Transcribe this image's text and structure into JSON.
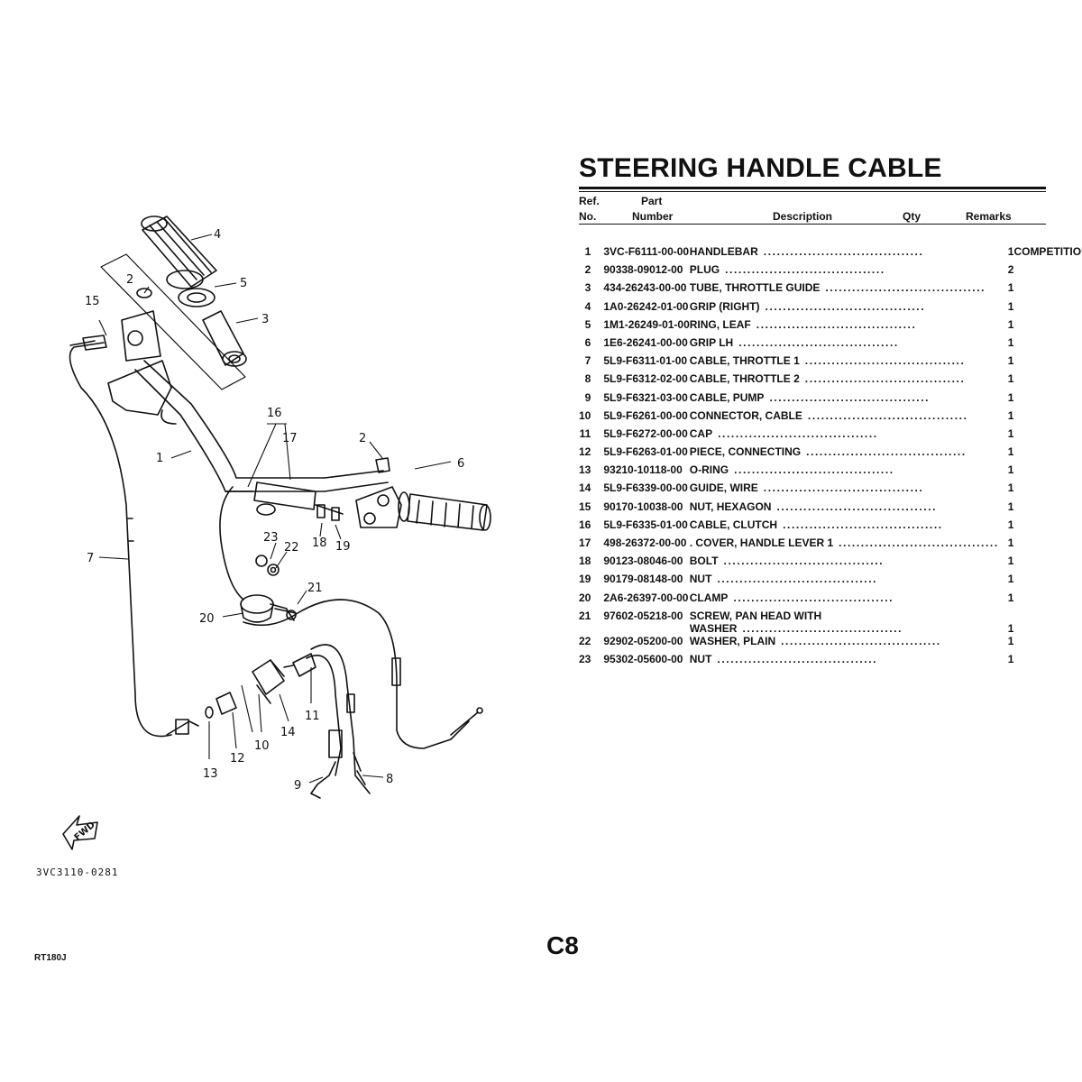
{
  "title": "STEERING HANDLE CABLE",
  "headers": {
    "ref_line1": "Ref.",
    "ref_line2": "No.",
    "part_line1": "Part",
    "part_line2": "Number",
    "description": "Description",
    "qty": "Qty",
    "remarks": "Remarks"
  },
  "parts": [
    {
      "no": "1",
      "part": "3VC-F6111-00-00",
      "desc": "HANDLEBAR",
      "qty": "1",
      "remarks": "COMPETITION SILVER"
    },
    {
      "no": "2",
      "part": "90338-09012-00",
      "desc": "PLUG",
      "qty": "2",
      "remarks": ""
    },
    {
      "no": "3",
      "part": "434-26243-00-00",
      "desc": "TUBE, THROTTLE GUIDE",
      "qty": "1",
      "remarks": ""
    },
    {
      "no": "4",
      "part": "1A0-26242-01-00",
      "desc": "GRIP (RIGHT)",
      "qty": "1",
      "remarks": ""
    },
    {
      "no": "5",
      "part": "1M1-26249-01-00",
      "desc": "RING, LEAF",
      "qty": "1",
      "remarks": ""
    },
    {
      "no": "6",
      "part": "1E6-26241-00-00",
      "desc": "GRIP LH",
      "qty": "1",
      "remarks": ""
    },
    {
      "no": "7",
      "part": "5L9-F6311-01-00",
      "desc": "CABLE, THROTTLE 1",
      "qty": "1",
      "remarks": ""
    },
    {
      "no": "8",
      "part": "5L9-F6312-02-00",
      "desc": "CABLE, THROTTLE 2",
      "qty": "1",
      "remarks": ""
    },
    {
      "no": "9",
      "part": "5L9-F6321-03-00",
      "desc": "CABLE, PUMP",
      "qty": "1",
      "remarks": ""
    },
    {
      "no": "10",
      "part": "5L9-F6261-00-00",
      "desc": "CONNECTOR, CABLE",
      "qty": "1",
      "remarks": ""
    },
    {
      "no": "11",
      "part": "5L9-F6272-00-00",
      "desc": "CAP",
      "qty": "1",
      "remarks": ""
    },
    {
      "no": "12",
      "part": "5L9-F6263-01-00",
      "desc": "PIECE, CONNECTING",
      "qty": "1",
      "remarks": ""
    },
    {
      "no": "13",
      "part": "93210-10118-00",
      "desc": "O-RING",
      "qty": "1",
      "remarks": ""
    },
    {
      "no": "14",
      "part": "5L9-F6339-00-00",
      "desc": "GUIDE, WIRE",
      "qty": "1",
      "remarks": ""
    },
    {
      "no": "15",
      "part": "90170-10038-00",
      "desc": "NUT, HEXAGON",
      "qty": "1",
      "remarks": ""
    },
    {
      "no": "16",
      "part": "5L9-F6335-01-00",
      "desc": "CABLE, CLUTCH",
      "qty": "1",
      "remarks": ""
    },
    {
      "no": "17",
      "part": "498-26372-00-00",
      "desc": ". COVER, HANDLE LEVER 1",
      "qty": "1",
      "remarks": ""
    },
    {
      "no": "18",
      "part": "90123-08046-00",
      "desc": "BOLT",
      "qty": "1",
      "remarks": ""
    },
    {
      "no": "19",
      "part": "90179-08148-00",
      "desc": "NUT",
      "qty": "1",
      "remarks": ""
    },
    {
      "no": "20",
      "part": "2A6-26397-00-00",
      "desc": "CLAMP",
      "qty": "1",
      "remarks": ""
    },
    {
      "no": "21",
      "part": "97602-05218-00",
      "desc": "SCREW, PAN HEAD WITH",
      "desc2": "WASHER",
      "qty": "1",
      "remarks": ""
    },
    {
      "no": "22",
      "part": "92902-05200-00",
      "desc": "WASHER, PLAIN",
      "qty": "1",
      "remarks": ""
    },
    {
      "no": "23",
      "part": "95302-05600-00",
      "desc": "NUT",
      "qty": "1",
      "remarks": ""
    }
  ],
  "diagram": {
    "callouts": [
      "1",
      "2",
      "2",
      "3",
      "4",
      "5",
      "6",
      "7",
      "8",
      "9",
      "10",
      "11",
      "12",
      "13",
      "14",
      "15",
      "16",
      "17",
      "18",
      "19",
      "20",
      "21",
      "22",
      "23"
    ],
    "fwd_label": "FWD",
    "code": "3VC3110-0281"
  },
  "page_number": "C8",
  "footer_code": "RT180J"
}
